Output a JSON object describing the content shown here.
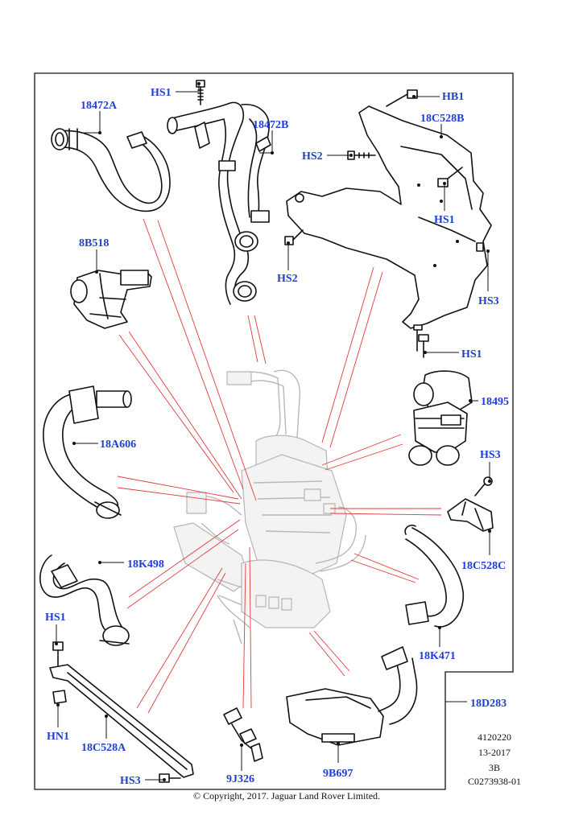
{
  "callouts": {
    "hs1_top": "HS1",
    "p18472a": "18472A",
    "p18472b": "18472B",
    "hb1": "HB1",
    "p18c528b": "18C528B",
    "hs2_a": "HS2",
    "hs1_b": "HS1",
    "hs2_b": "HS2",
    "hs3_a": "HS3",
    "p8b518": "8B518",
    "hs1_c": "HS1",
    "p18495": "18495",
    "p18a606": "18A606",
    "hs3_b": "HS3",
    "p18c528c": "18C528C",
    "p18k498": "18K498",
    "hs1_d": "HS1",
    "p18k471": "18K471",
    "p18d283": "18D283",
    "hn1": "HN1",
    "p18c528a": "18C528A",
    "hs3_c": "HS3",
    "p9j326": "9J326",
    "p9b697": "9B697"
  },
  "reference": {
    "line1": "4120220",
    "line2": "13-2017",
    "line3": "3B",
    "line4": "C0273938-01"
  },
  "copyright": "© Copyright, 2017. Jaguar Land Rover Limited.",
  "colors": {
    "callout_text": "#1f3fcf",
    "leader_red": "#e23a3a",
    "line": "#111111"
  }
}
